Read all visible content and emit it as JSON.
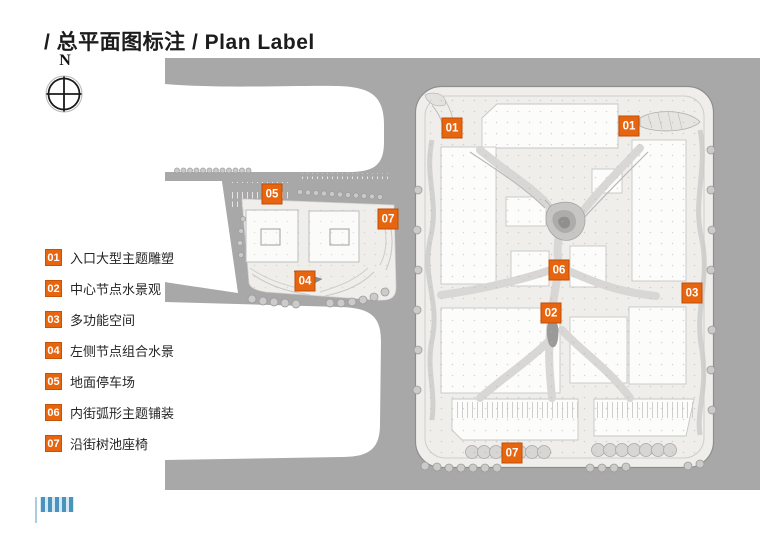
{
  "title": "/ 总平面图标注 / Plan Label",
  "compass": {
    "north_label": "N"
  },
  "legend": {
    "items": [
      {
        "id": "01",
        "label": "入口大型主题雕塑"
      },
      {
        "id": "02",
        "label": "中心节点水景观"
      },
      {
        "id": "03",
        "label": "多功能空间"
      },
      {
        "id": "04",
        "label": "左侧节点组合水景"
      },
      {
        "id": "05",
        "label": "地面停车场"
      },
      {
        "id": "06",
        "label": "内街弧形主题铺装"
      },
      {
        "id": "07",
        "label": "沿街树池座椅"
      }
    ]
  },
  "plan_markers": [
    {
      "id": "01"
    },
    {
      "id": "01"
    },
    {
      "id": "06"
    },
    {
      "id": "02"
    },
    {
      "id": "03"
    },
    {
      "id": "07"
    },
    {
      "id": "05"
    },
    {
      "id": "07"
    },
    {
      "id": "04"
    }
  ],
  "colors": {
    "marker_orange": "#E8650F",
    "road_gray": "#A8A8A8",
    "plan_background": "#EFEEEB",
    "logo_blue": "#4A93BD"
  }
}
